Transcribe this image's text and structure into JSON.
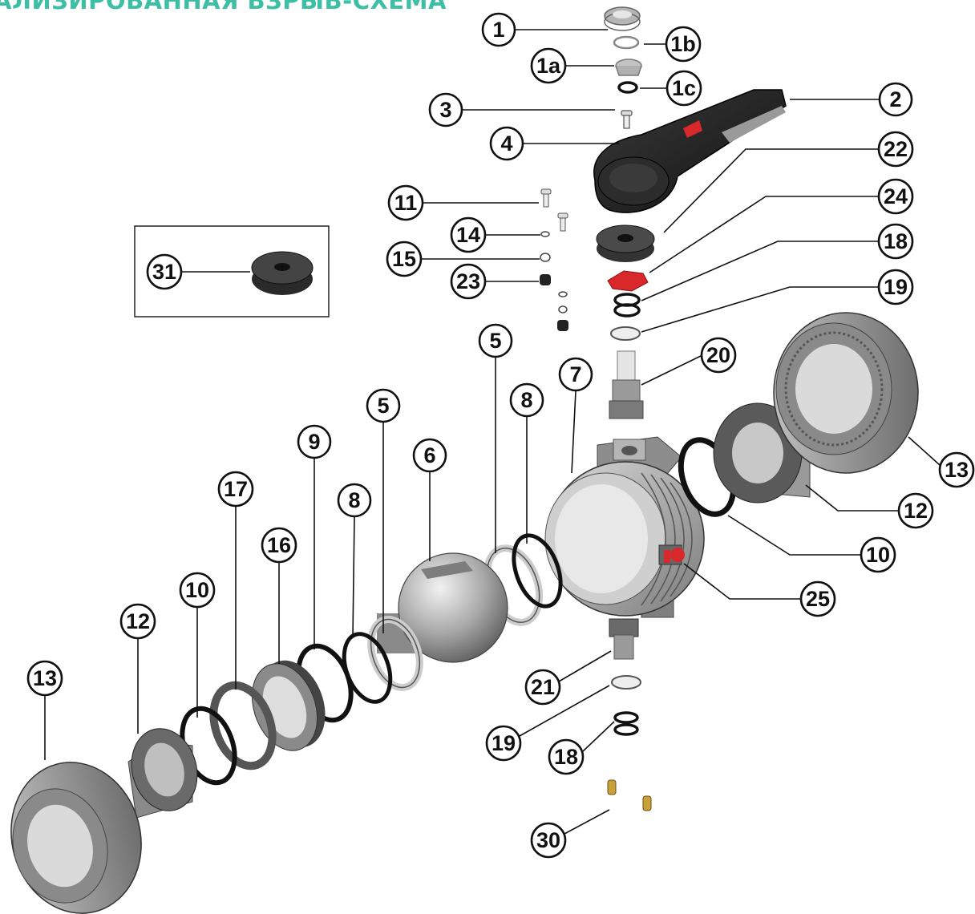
{
  "title": "АЛИЗИРОВАННАЯ ВЗРЫВ-СХЕМА",
  "colors": {
    "title": "#3dbfa6",
    "accent_red": "#d9282b",
    "brass": "#c9a13a",
    "part_dark": "#2a2a2a",
    "part_grey": "#9a9a9a"
  },
  "labels": [
    {
      "id": "1",
      "text": "1"
    },
    {
      "id": "1b",
      "text": "1b"
    },
    {
      "id": "1a",
      "text": "1a"
    },
    {
      "id": "1c",
      "text": "1c"
    },
    {
      "id": "2",
      "text": "2"
    },
    {
      "id": "3",
      "text": "3"
    },
    {
      "id": "4",
      "text": "4"
    },
    {
      "id": "22",
      "text": "22"
    },
    {
      "id": "24",
      "text": "24"
    },
    {
      "id": "18a",
      "text": "18"
    },
    {
      "id": "19a",
      "text": "19"
    },
    {
      "id": "11",
      "text": "11"
    },
    {
      "id": "14",
      "text": "14"
    },
    {
      "id": "15",
      "text": "15"
    },
    {
      "id": "23",
      "text": "23"
    },
    {
      "id": "31",
      "text": "31"
    },
    {
      "id": "20",
      "text": "20"
    },
    {
      "id": "5a",
      "text": "5"
    },
    {
      "id": "7",
      "text": "7"
    },
    {
      "id": "8a",
      "text": "8"
    },
    {
      "id": "5b",
      "text": "5"
    },
    {
      "id": "6",
      "text": "6"
    },
    {
      "id": "9",
      "text": "9"
    },
    {
      "id": "8b",
      "text": "8"
    },
    {
      "id": "17",
      "text": "17"
    },
    {
      "id": "16",
      "text": "16"
    },
    {
      "id": "10a",
      "text": "10"
    },
    {
      "id": "12a",
      "text": "12"
    },
    {
      "id": "13a",
      "text": "13"
    },
    {
      "id": "13b",
      "text": "13"
    },
    {
      "id": "12b",
      "text": "12"
    },
    {
      "id": "10b",
      "text": "10"
    },
    {
      "id": "25",
      "text": "25"
    },
    {
      "id": "21",
      "text": "21"
    },
    {
      "id": "19b",
      "text": "19"
    },
    {
      "id": "18b",
      "text": "18"
    },
    {
      "id": "30",
      "text": "30"
    }
  ]
}
